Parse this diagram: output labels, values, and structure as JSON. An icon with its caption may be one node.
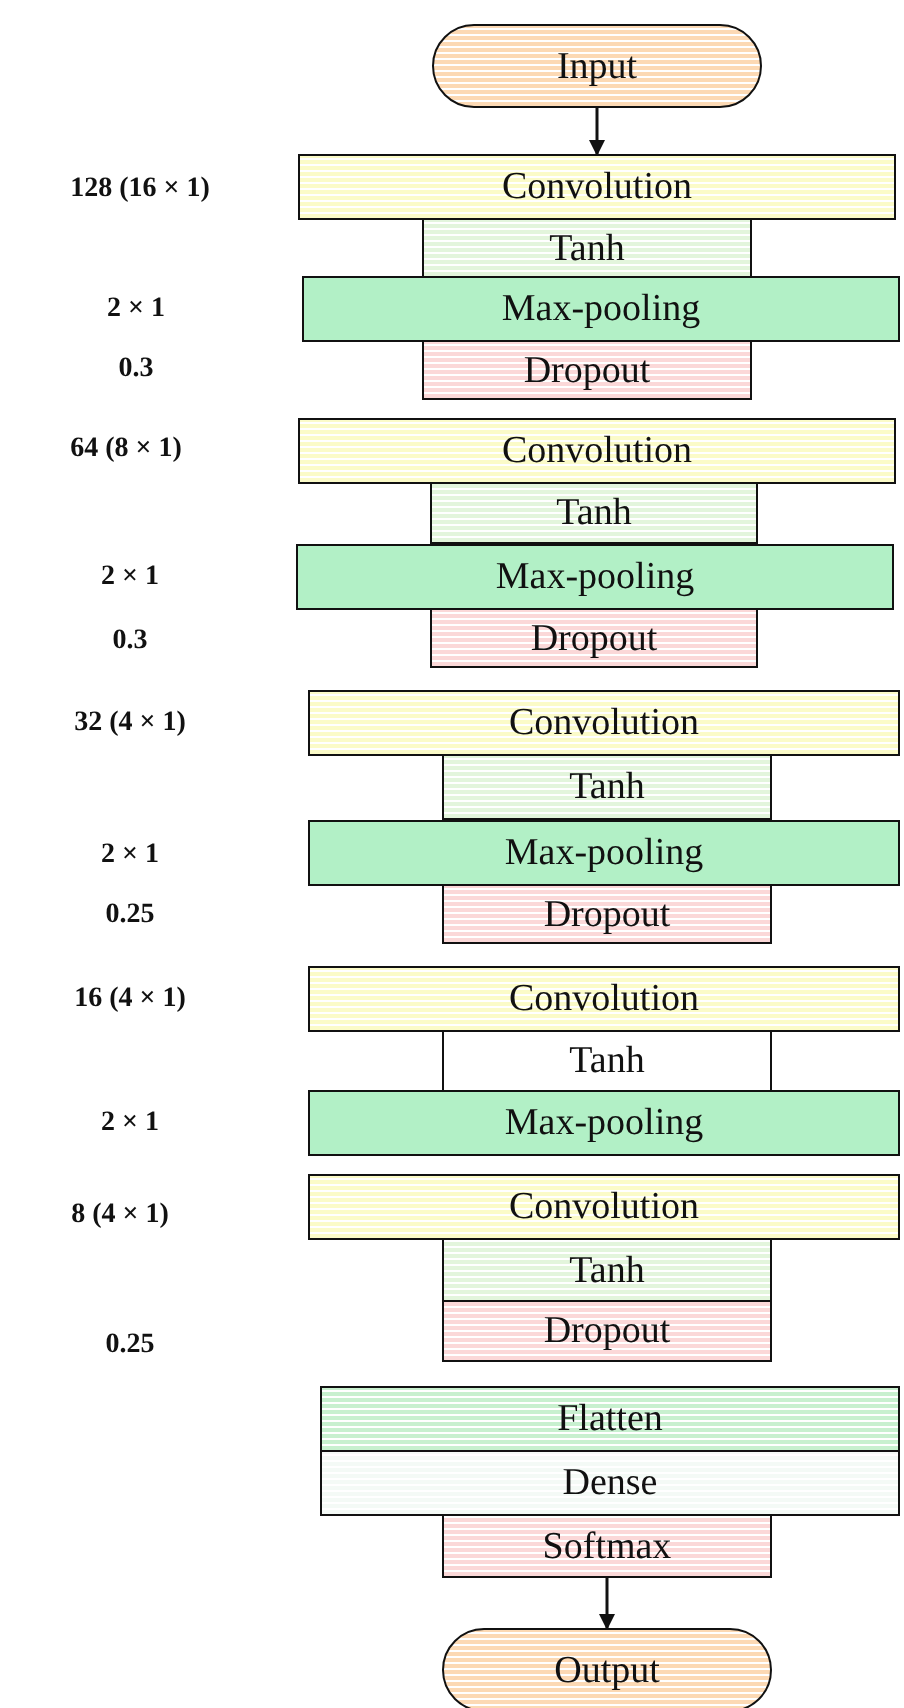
{
  "diagram": {
    "nodes": [
      {
        "text": [
          "Input"
        ]
      },
      {
        "text": [
          "Convolution"
        ]
      },
      {
        "text": [
          "Tanh"
        ]
      },
      {
        "text": [
          "Max-pooling"
        ]
      },
      {
        "text": [
          "Dropout"
        ]
      },
      {
        "text": [
          "Convolution"
        ]
      },
      {
        "text": [
          "Tanh"
        ]
      },
      {
        "text": [
          "Max-pooling"
        ]
      },
      {
        "text": [
          "Dropout"
        ]
      },
      {
        "text": [
          "Convolution"
        ]
      },
      {
        "text": [
          "Tanh"
        ]
      },
      {
        "text": [
          "Max-pooling"
        ]
      },
      {
        "text": [
          "Dropout"
        ]
      },
      {
        "text": [
          "Convolution"
        ]
      },
      {
        "text": [
          "Tanh"
        ]
      },
      {
        "text": [
          "Max-pooling"
        ]
      },
      {
        "text": [
          "Convolution"
        ]
      },
      {
        "text": [
          "Tanh"
        ]
      },
      {
        "text": [
          "Dropout"
        ]
      },
      {
        "text": [
          "Flatten"
        ]
      },
      {
        "text": [
          "Dense"
        ]
      },
      {
        "text": [
          "Softmax"
        ]
      },
      {
        "text": [
          "Output"
        ]
      }
    ],
    "edges": [
      {
        "from": 0,
        "to": 1,
        "arrow": "to"
      },
      {
        "from": 21,
        "to": 22,
        "arrow": "to"
      }
    ],
    "labels": [
      "128 (16 × 1)",
      "2 × 1",
      "0.3",
      "64 (8 × 1)",
      "2 × 1",
      "0.3",
      "32 (4 × 1)",
      "2 × 1",
      "0.25",
      "16 (4 × 1)",
      "2 × 1",
      "8 (4 × 1)",
      "0.25"
    ]
  }
}
